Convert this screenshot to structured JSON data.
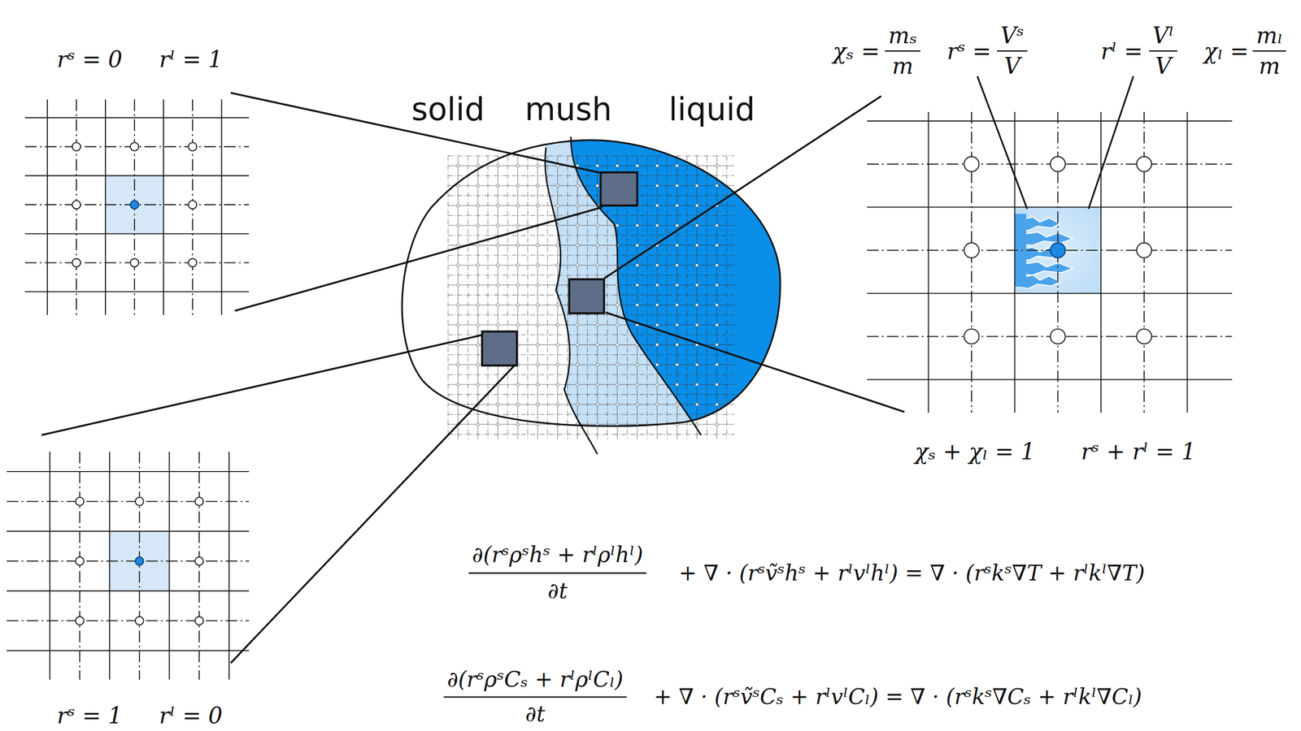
{
  "diagram": {
    "labels": [
      "rˢ = 0",
      "rˡ = 1",
      "solid",
      "mush",
      "liquid",
      "χₛ =",
      "mₛ",
      "m",
      "rˢ =",
      "Vˢ",
      "V",
      "rˡ =",
      "Vˡ",
      "V",
      "χₗ =",
      "mₗ",
      "m",
      "χₛ + χₗ = 1",
      "rˢ + rˡ = 1",
      "rˢ = 1",
      "rˡ = 0",
      "∂(rˢρˢhˢ + rˡρˡhˡ)",
      "∂t",
      "+ ∇ · (rˢṽˢhˢ + rˡvˡhˡ) = ∇ · (rˢkˢ∇T + rˡkˡ∇T)",
      "∂(rˢρˢCₛ + rˡρˡCₗ)",
      "∂t",
      "+ ∇ · (rˢṽˢCₛ + rˡvˡCₗ) = ∇ · (rˢkˢ∇Cₛ + rˡkˡ∇Cₗ)"
    ]
  }
}
